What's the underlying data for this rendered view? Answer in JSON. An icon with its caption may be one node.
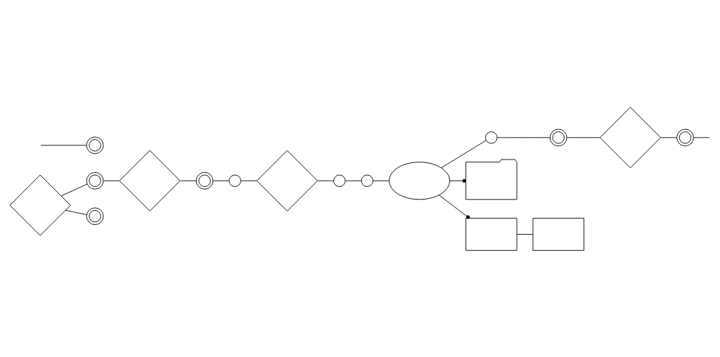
{
  "diagram": {
    "nodes": [
      {
        "text": [],
        "shape": "diamond"
      },
      {
        "text": [],
        "shape": "circle"
      },
      {
        "text": [],
        "shape": "diamond"
      },
      {
        "text": [],
        "shape": "circle"
      },
      {
        "text": [],
        "shape": "circle"
      },
      {
        "text": [],
        "shape": "circle"
      },
      {
        "text": [],
        "shape": "circle"
      },
      {
        "text": [],
        "shape": "diamond"
      },
      {
        "text": [],
        "shape": "circle"
      },
      {
        "text": [],
        "shape": "circle"
      },
      {
        "text": [],
        "shape": "ellipse"
      },
      {
        "text": [],
        "shape": "circle"
      },
      {
        "text": [],
        "shape": "folder"
      },
      {
        "text": [],
        "shape": "box"
      },
      {
        "text": [],
        "shape": "box"
      },
      {
        "text": [],
        "shape": "circle"
      },
      {
        "text": [],
        "shape": "diamond"
      },
      {
        "text": [],
        "shape": "circle"
      }
    ],
    "edges": [
      {
        "from": 0,
        "to": 1,
        "arrow": "none"
      },
      {
        "from": 1,
        "to": 2,
        "arrow": "none"
      },
      {
        "from": 2,
        "to": 4,
        "arrow": "none"
      },
      {
        "from": 4,
        "to": 6,
        "arrow": "none"
      },
      {
        "from": 6,
        "to": 7,
        "arrow": "none"
      },
      {
        "from": 7,
        "to": 8,
        "arrow": "none"
      },
      {
        "from": 8,
        "to": 9,
        "arrow": "none"
      },
      {
        "from": 9,
        "to": 10,
        "arrow": "none"
      },
      {
        "from": 10,
        "to": 11,
        "arrow": "none"
      },
      {
        "from": 11,
        "to": 15,
        "arrow": "none"
      },
      {
        "from": 15,
        "to": 16,
        "arrow": "none"
      },
      {
        "from": 16,
        "to": 17,
        "arrow": "none"
      },
      {
        "from": 10,
        "to": 12,
        "arrow": "other"
      },
      {
        "from": 10,
        "to": 13,
        "arrow": "other"
      },
      {
        "from": 13,
        "to": 14,
        "arrow": "none"
      },
      {
        "from": 0,
        "to": 5,
        "arrow": "none"
      },
      {
        "from": null,
        "to": 3,
        "arrow": "none"
      },
      {
        "from": 17,
        "to": null,
        "arrow": "none"
      }
    ]
  }
}
